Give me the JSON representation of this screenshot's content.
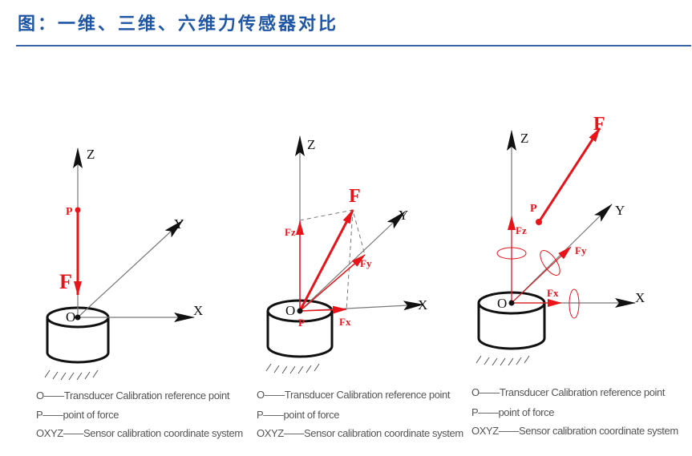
{
  "title": "图：一维、三维、六维力传感器对比",
  "colors": {
    "title": "#1f56a5",
    "force": "#e8141a",
    "axis": "#777777"
  },
  "axes": {
    "x": "X",
    "y": "Y",
    "z": "Z",
    "origin": "O",
    "point": "P"
  },
  "forces": {
    "f": "F",
    "fx": "Fx",
    "fy": "Fy",
    "fz": "Fz"
  },
  "panels": [
    {
      "name": "one-axis",
      "legend": [
        "O——Transducer Calibration reference point",
        "P——point of force",
        "OXYZ——Sensor calibration coordinate system"
      ]
    },
    {
      "name": "three-axis",
      "legend": [
        "O——Transducer Calibration reference point",
        "P——point of force",
        "OXYZ——Sensor calibration coordinate system"
      ]
    },
    {
      "name": "six-axis",
      "legend": [
        "O——Transducer Calibration reference point",
        "P——point of force",
        "OXYZ——Sensor calibration coordinate system"
      ]
    }
  ]
}
